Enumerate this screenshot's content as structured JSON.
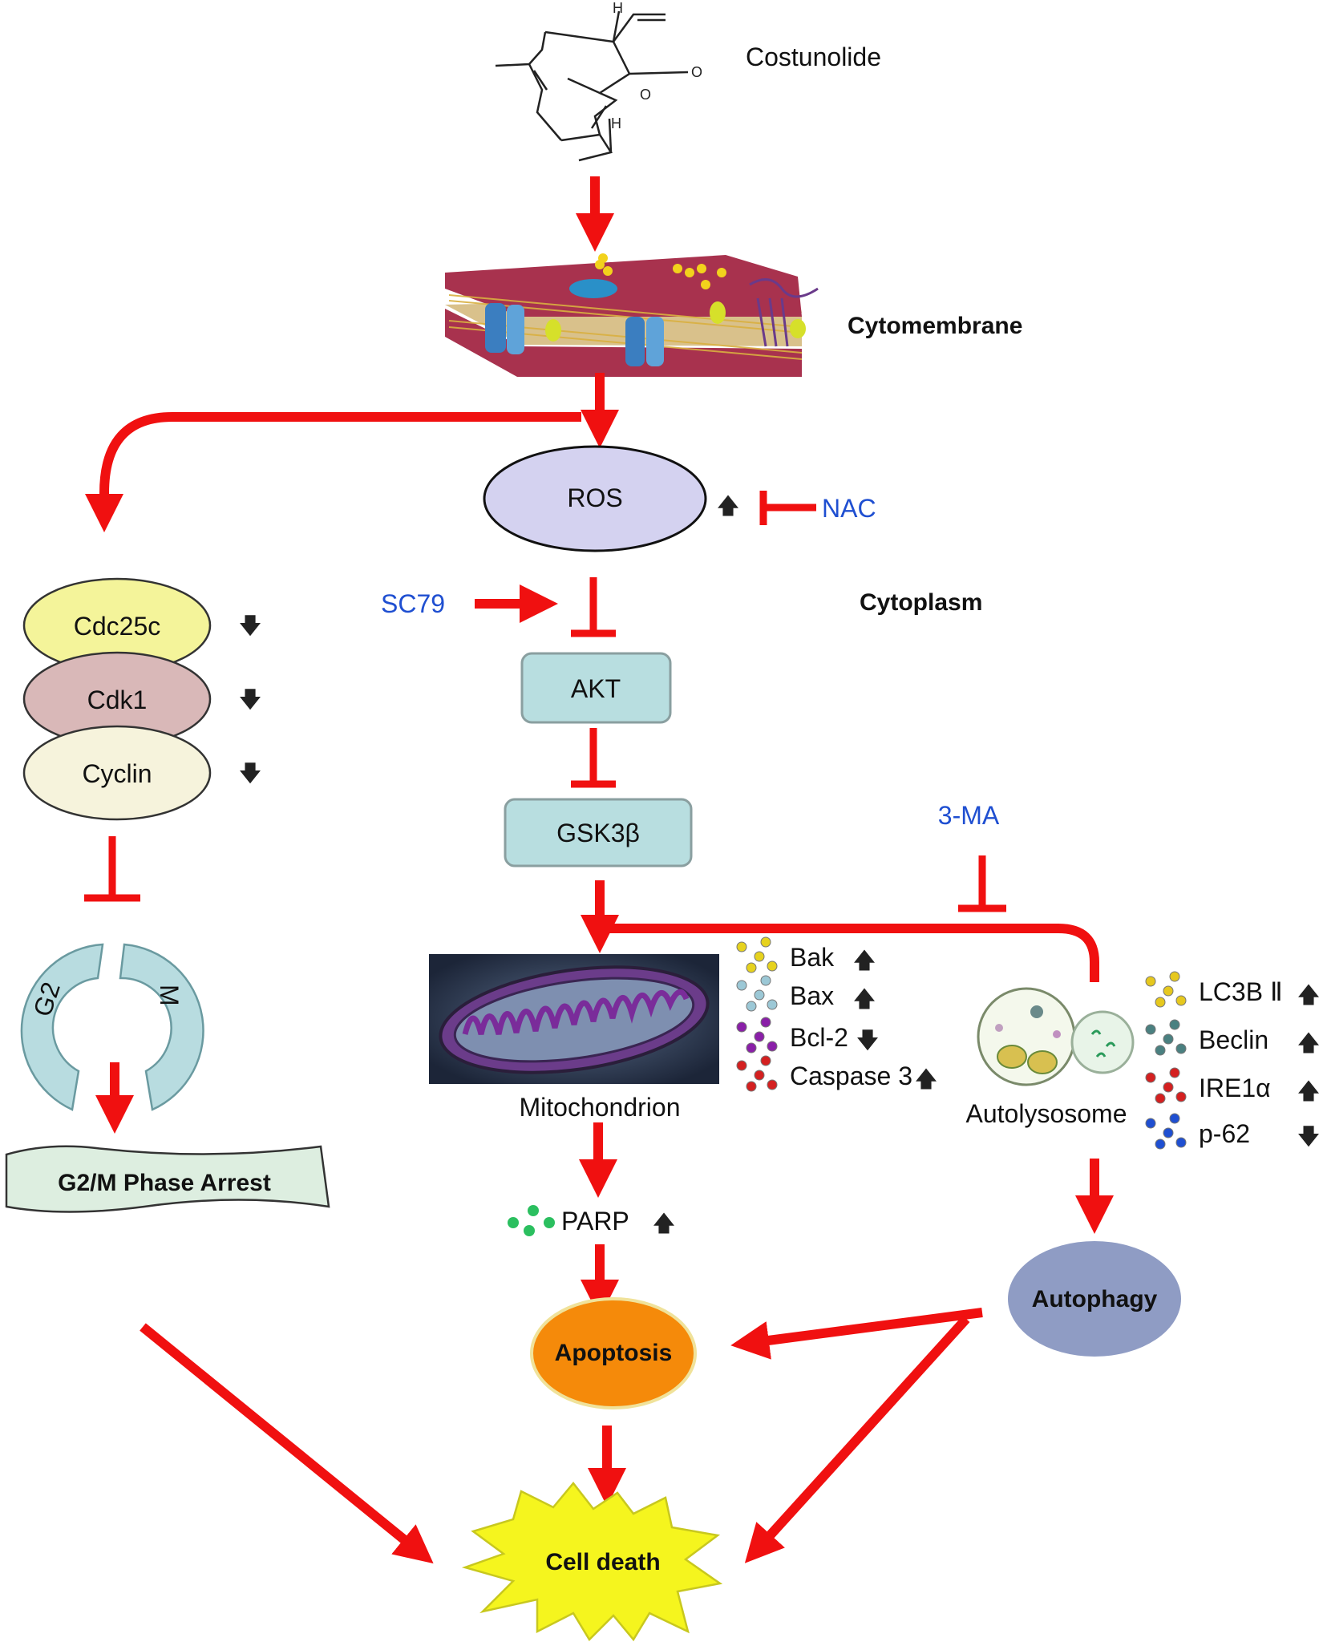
{
  "labels": {
    "costunolide": "Costunolide",
    "cytomembrane": "Cytomembrane",
    "cytoplasm": "Cytoplasm",
    "ros": "ROS",
    "nac": "NAC",
    "sc79": "SC79",
    "akt": "AKT",
    "gsk3b": "GSK3β",
    "three_ma": "3-MA",
    "mitochondrion": "Mitochondrion",
    "autolysosome": "Autolysosome",
    "parp": "PARP",
    "apoptosis": "Apoptosis",
    "autophagy": "Autophagy",
    "cell_death": "Cell death",
    "g2m_arrest": "G2/M Phase Arrest",
    "g2": "G2",
    "m": "M",
    "molecule_h_top": "H",
    "molecule_h_bottom": "H",
    "molecule_o_ring": "O",
    "molecule_o_carbonyl": "O"
  },
  "cell_cycle": [
    {
      "name": "Cdc25c",
      "change": "down",
      "color": "#f4f49a"
    },
    {
      "name": "Cdk1",
      "change": "down",
      "color": "#d9b8b8"
    },
    {
      "name": "Cyclin",
      "change": "down",
      "color": "#f6f3dc"
    }
  ],
  "mito_markers": [
    {
      "name": "Bak",
      "change": "up",
      "dot_color": "#e6d21e"
    },
    {
      "name": "Bax",
      "change": "up",
      "dot_color": "#9cc8d6"
    },
    {
      "name": "Bcl-2",
      "change": "down",
      "dot_color": "#8a1fa8"
    },
    {
      "name": "Caspase 3",
      "change": "up",
      "dot_color": "#d42020"
    }
  ],
  "auto_markers": [
    {
      "name": "LC3B Ⅱ",
      "change": "up",
      "dot_color": "#e6c81e"
    },
    {
      "name": "Beclin",
      "change": "up",
      "dot_color": "#4a8080"
    },
    {
      "name": "IRE1α",
      "change": "up",
      "dot_color": "#d42020"
    },
    {
      "name": "p-62",
      "change": "down",
      "dot_color": "#1f4fd1"
    }
  ],
  "colors": {
    "arrow": "#f01010",
    "ros_fill": "#d4d2f0",
    "box_fill": "#b8dee0",
    "apoptosis_fill": "#f58a0a",
    "autophagy_fill": "#8f9cc4",
    "cell_death_fill": "#f5f51e",
    "arrest_fill": "#ddeee0",
    "g2m_fill": "#b8dce0",
    "parp_dot": "#2bbf5f",
    "text_blue": "#1f4fd1"
  }
}
